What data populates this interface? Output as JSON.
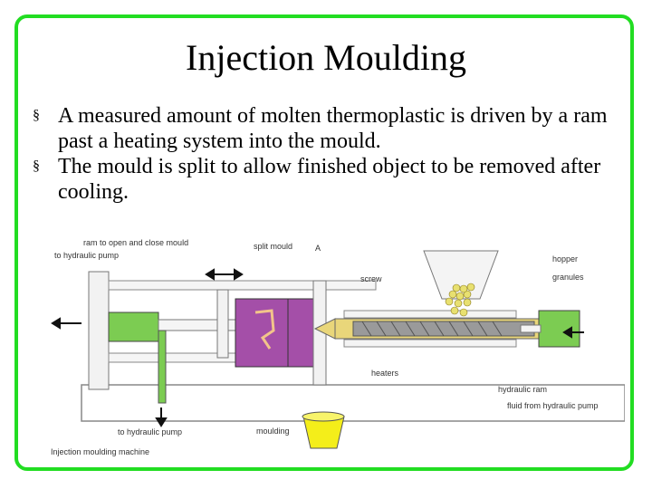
{
  "slide": {
    "title": "Injection Moulding",
    "bullets": [
      "A measured amount of molten thermoplastic is driven by a ram past a heating system into the mould.",
      "The mould is split to allow finished object to be removed after cooling."
    ],
    "bullet_marker": "§"
  },
  "diagram": {
    "labels": {
      "ram": "ram to open and close mould",
      "to_pump_top": "to hydraulic pump",
      "split_mould": "split mould",
      "a": "A",
      "hopper": "hopper",
      "granules": "granules",
      "screw": "screw",
      "heaters": "heaters",
      "hydraulic_ram": "hydraulic ram",
      "fluid": "fluid from hydraulic pump",
      "to_pump_bottom": "to hydraulic pump",
      "moulding": "moulding",
      "caption": "Injection moulding machine"
    },
    "colors": {
      "frame": "#22dd22",
      "hydraulic": "#7ccc52",
      "mould": "#a44fa8",
      "granules": "#e8e070",
      "bucket": "#f4ee1a",
      "screw": "#9a9a9a"
    }
  }
}
